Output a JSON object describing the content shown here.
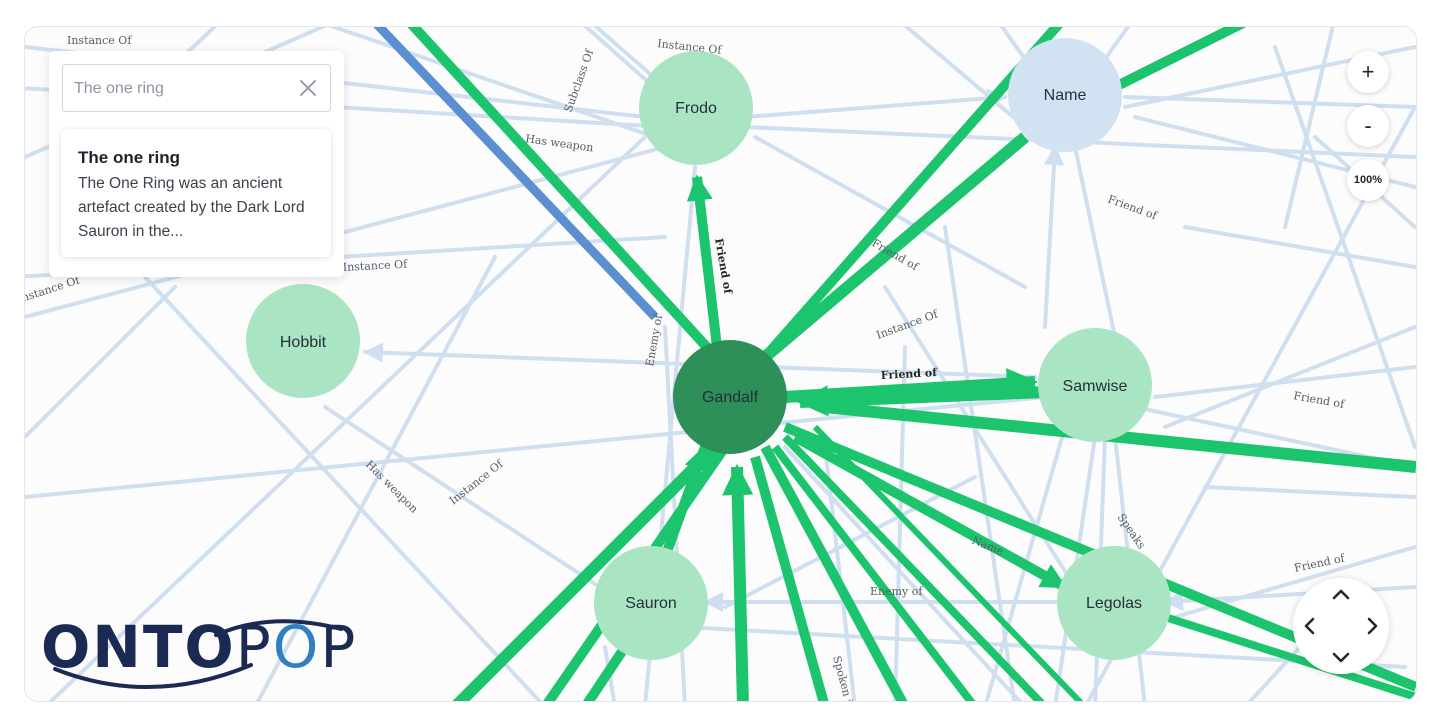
{
  "search": {
    "value": "The one ring",
    "clear_icon": "close-icon"
  },
  "result": {
    "title": "The one ring",
    "description": "The One Ring was an ancient artefact created by the Dark Lord Sauron in the..."
  },
  "zoom": {
    "zoom_in_label": "+",
    "zoom_out_label": "-",
    "reset_label": "100%"
  },
  "navigation": {
    "up_icon": "chevron-up-icon",
    "down_icon": "chevron-down-icon",
    "left_icon": "chevron-left-icon",
    "right_icon": "chevron-right-icon"
  },
  "logo": {
    "part1": "ONTO",
    "part2": "POP",
    "dark_color": "#1b2a52",
    "accent_color": "#2f7fc1"
  },
  "colors": {
    "edge_light": "#cfdff0",
    "edge_highlight": "#1cc46e",
    "edge_blue": "#5b8fcf",
    "node_light_green": "#a9e4c3",
    "node_dark_green": "#2e8f58",
    "node_light_blue": "#d1e2f3"
  },
  "graph": {
    "nodes": [
      {
        "id": "frodo",
        "label": "Frodo",
        "kind": "light-green"
      },
      {
        "id": "name",
        "label": "Name",
        "kind": "light-blue"
      },
      {
        "id": "hobbit",
        "label": "Hobbit",
        "kind": "light-green"
      },
      {
        "id": "gandalf",
        "label": "Gandalf",
        "kind": "dark-green"
      },
      {
        "id": "samwise",
        "label": "Samwise",
        "kind": "light-green"
      },
      {
        "id": "sauron",
        "label": "Sauron",
        "kind": "light-green"
      },
      {
        "id": "legolas",
        "label": "Legolas",
        "kind": "light-green"
      }
    ],
    "edge_labels": [
      "Instance Of",
      "Instance Of",
      "Instance Of",
      "Instance Of",
      "Instance Of",
      "Instance Of",
      "Has weapon",
      "Has weapon",
      "Subclass Of",
      "Friend of",
      "Friend of",
      "Friend of",
      "Friend of",
      "Friend of",
      "Friend of",
      "Enemy of",
      "Enemy of",
      "Name",
      "Speaks",
      "Spoken in"
    ]
  }
}
